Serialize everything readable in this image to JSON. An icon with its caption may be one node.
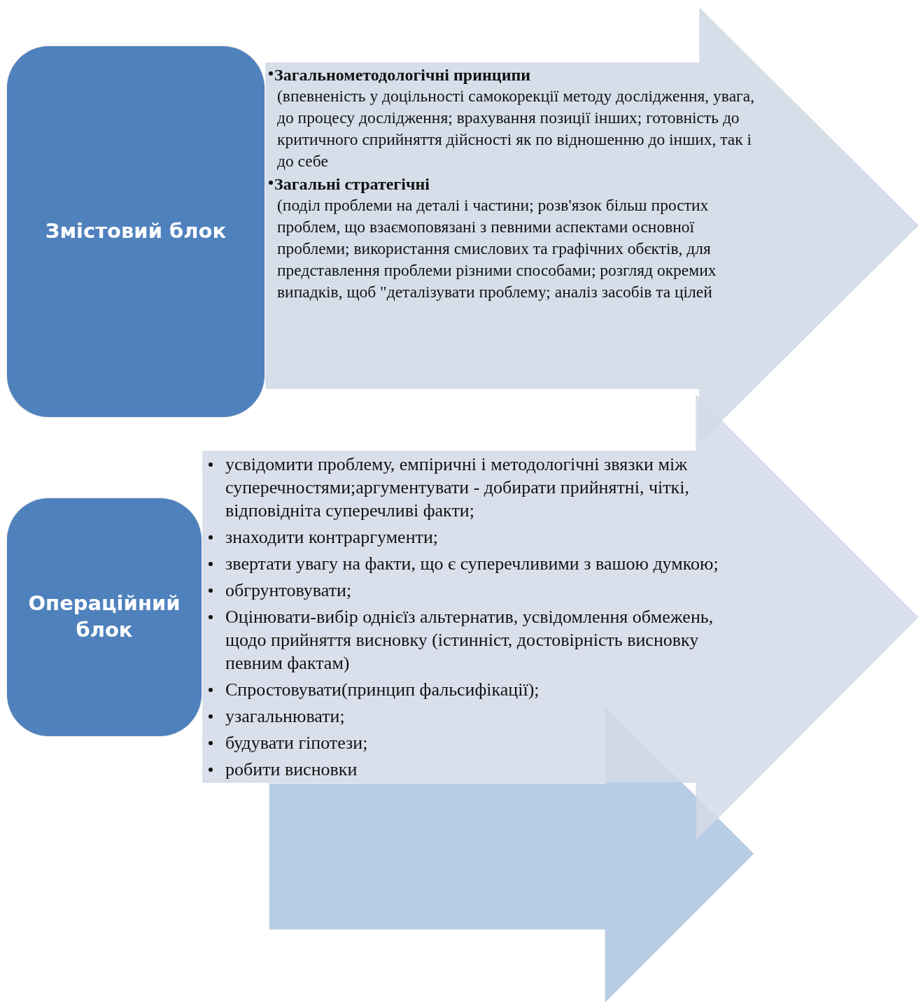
{
  "diagram": {
    "nodes": [
      {
        "text": [
          "Змістовий блок"
        ]
      },
      {
        "text": [
          "Загальнометодологічні принципи",
          "(впевненість у доцільності самокорекції методу дослідження, увага, до процесу дослідження; врахування позиції інших; готовність до критичного сприйняття дійсності як по відношенню до інших, так і до себе",
          "Загальні стратегічні",
          "(поділ проблеми на деталі і  частини; розв'язок більш простих проблем, що  взаємоповязані з певними аспектами основної проблеми; використання смислових та графічних обєктів, для представлення проблеми різними способами; розгляд окремих випадків, щоб \"деталізувати проблему; аналіз засобів та цілей"
        ]
      },
      {
        "text": [
          "Операційний блок"
        ]
      },
      {
        "text": [
          "усвідомити проблему, емпіричні і методологічні звязки між суперечностями;аргументувати - добирати прийнятні, чіткі, відповідніта суперечливі факти;",
          "знаходити контраргументи;",
          "звертати увагу на факти, що є суперечливими з вашою думкою;",
          "обгрунтовувати;",
          "Оцінювати-вибір однієїз альтернатив, усвідомлення обмежень, щодо прийняття висновку (істинніст, достовірність висновку певним фактам)",
          "Спростовувати(принцип фальсифікації);",
          "узагальнювати;",
          "будувати гіпотези;",
          "робити висновки"
        ]
      },
      {
        "text": [],
        "shape": "arrow"
      }
    ]
  }
}
